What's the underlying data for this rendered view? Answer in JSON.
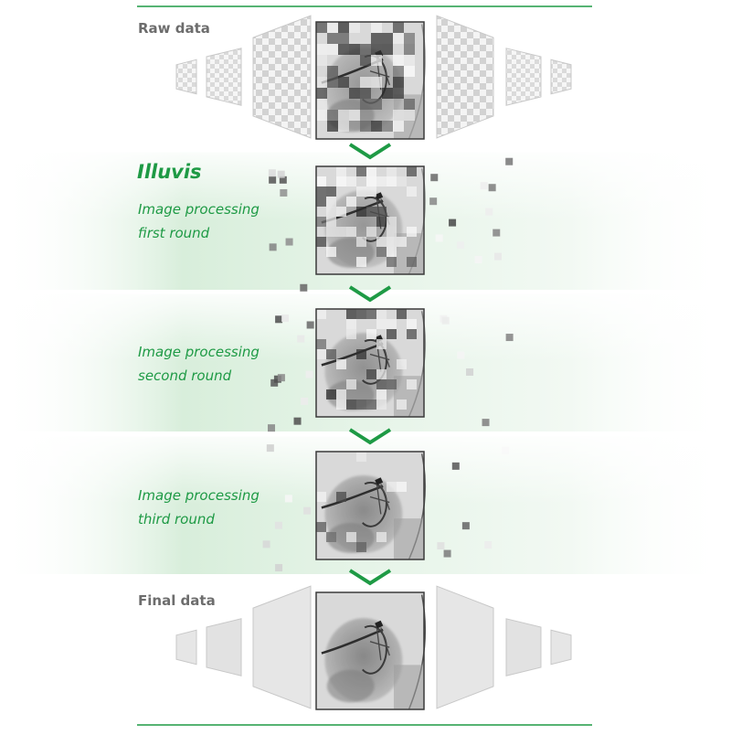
{
  "colors": {
    "accent": "#1e9a45",
    "section_title": "#6d6d6d",
    "band_green": "#d4ecd7"
  },
  "raw_section": {
    "title": "Raw data"
  },
  "brand": {
    "name": "Illuvis"
  },
  "stages": [
    {
      "line1": "Image processing",
      "line2": "first round",
      "noise_level": 0.85
    },
    {
      "line1": "Image processing",
      "line2": "second round",
      "noise_level": 0.55
    },
    {
      "line1": "Image processing",
      "line2": "third round",
      "noise_level": 0.15
    }
  ],
  "final_section": {
    "title": "Final data"
  },
  "icons": [
    "chevron-down-icon"
  ]
}
